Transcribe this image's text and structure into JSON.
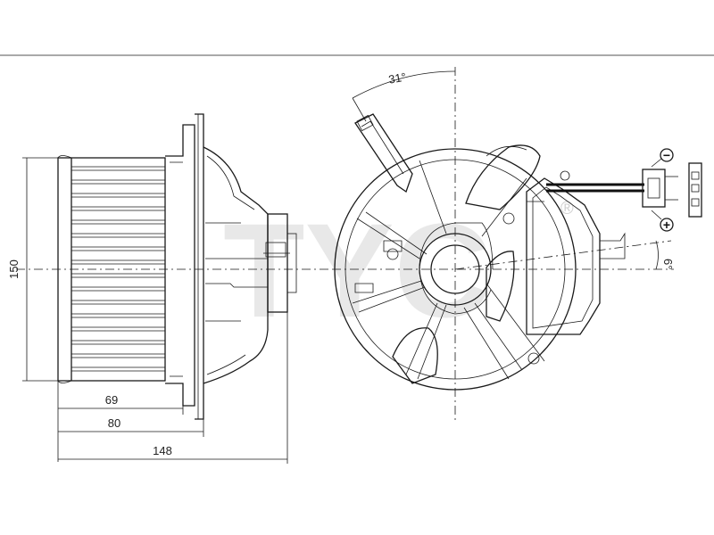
{
  "dimensions": {
    "height": "150",
    "width_69": "69",
    "width_80": "80",
    "width_148": "148",
    "angle_31": "31°",
    "angle_6": "6°"
  },
  "connector": {
    "minus_label": "−",
    "plus_label": "+"
  },
  "watermark": {
    "text": "TYC",
    "registered": "®"
  },
  "colors": {
    "line": "#1a1a1a",
    "watermark": "#d6d6d6",
    "background": "#ffffff"
  }
}
